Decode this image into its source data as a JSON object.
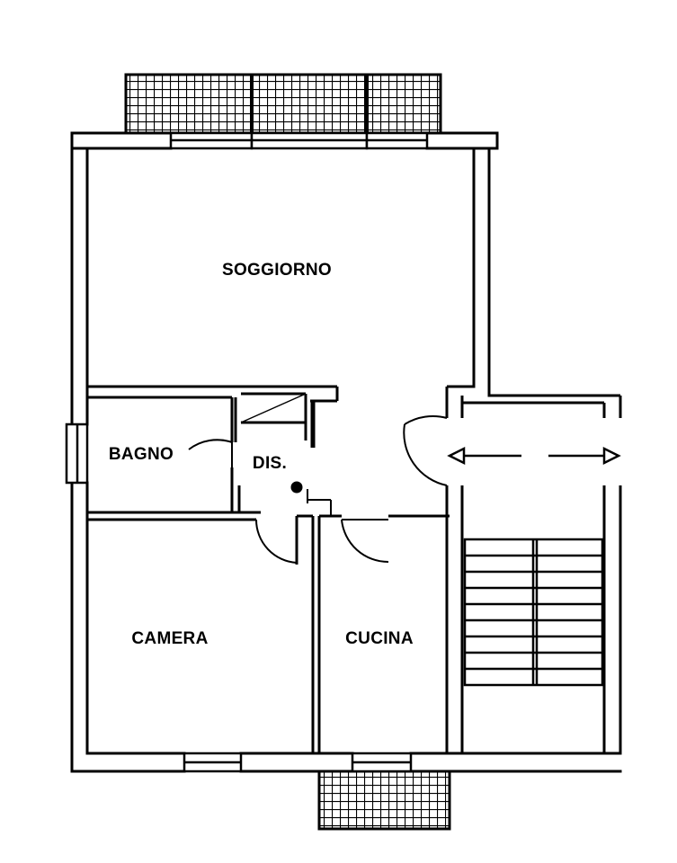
{
  "rooms": {
    "soggiorno": "SOGGIORNO",
    "bagno": "BAGNO",
    "dis": "DIS.",
    "camera": "CAMERA",
    "cucina": "CUCINA"
  },
  "colors": {
    "wall": "#000000",
    "background": "#ffffff"
  }
}
